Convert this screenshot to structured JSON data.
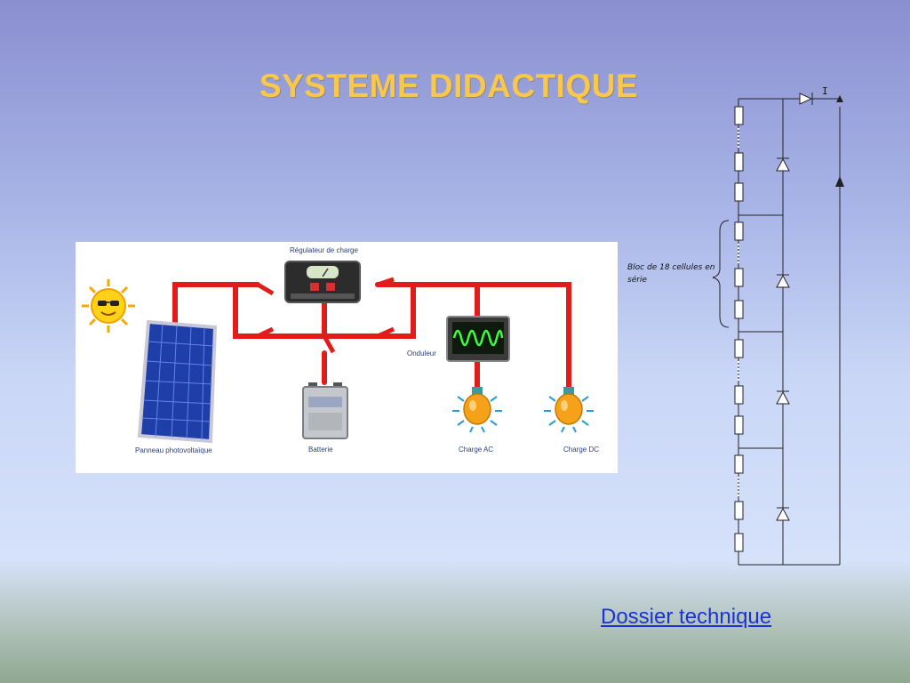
{
  "slide": {
    "title": "SYSTEME DIDACTIQUE",
    "link": "Dossier technique"
  },
  "installation_diagram": {
    "labels": {
      "regulator": "Régulateur de charge",
      "inverter": "Onduleur",
      "panel": "Panneau photovoltaïque",
      "battery": "Batterie",
      "load_ac": "Charge AC",
      "load_dc": "Charge DC"
    }
  },
  "schematic": {
    "bloc_label": "Bloc de 18 cellules en série",
    "current_label": "I"
  },
  "colors": {
    "title": "#f7c84c",
    "wire": "#e21b1b",
    "link": "#1a33d6"
  }
}
